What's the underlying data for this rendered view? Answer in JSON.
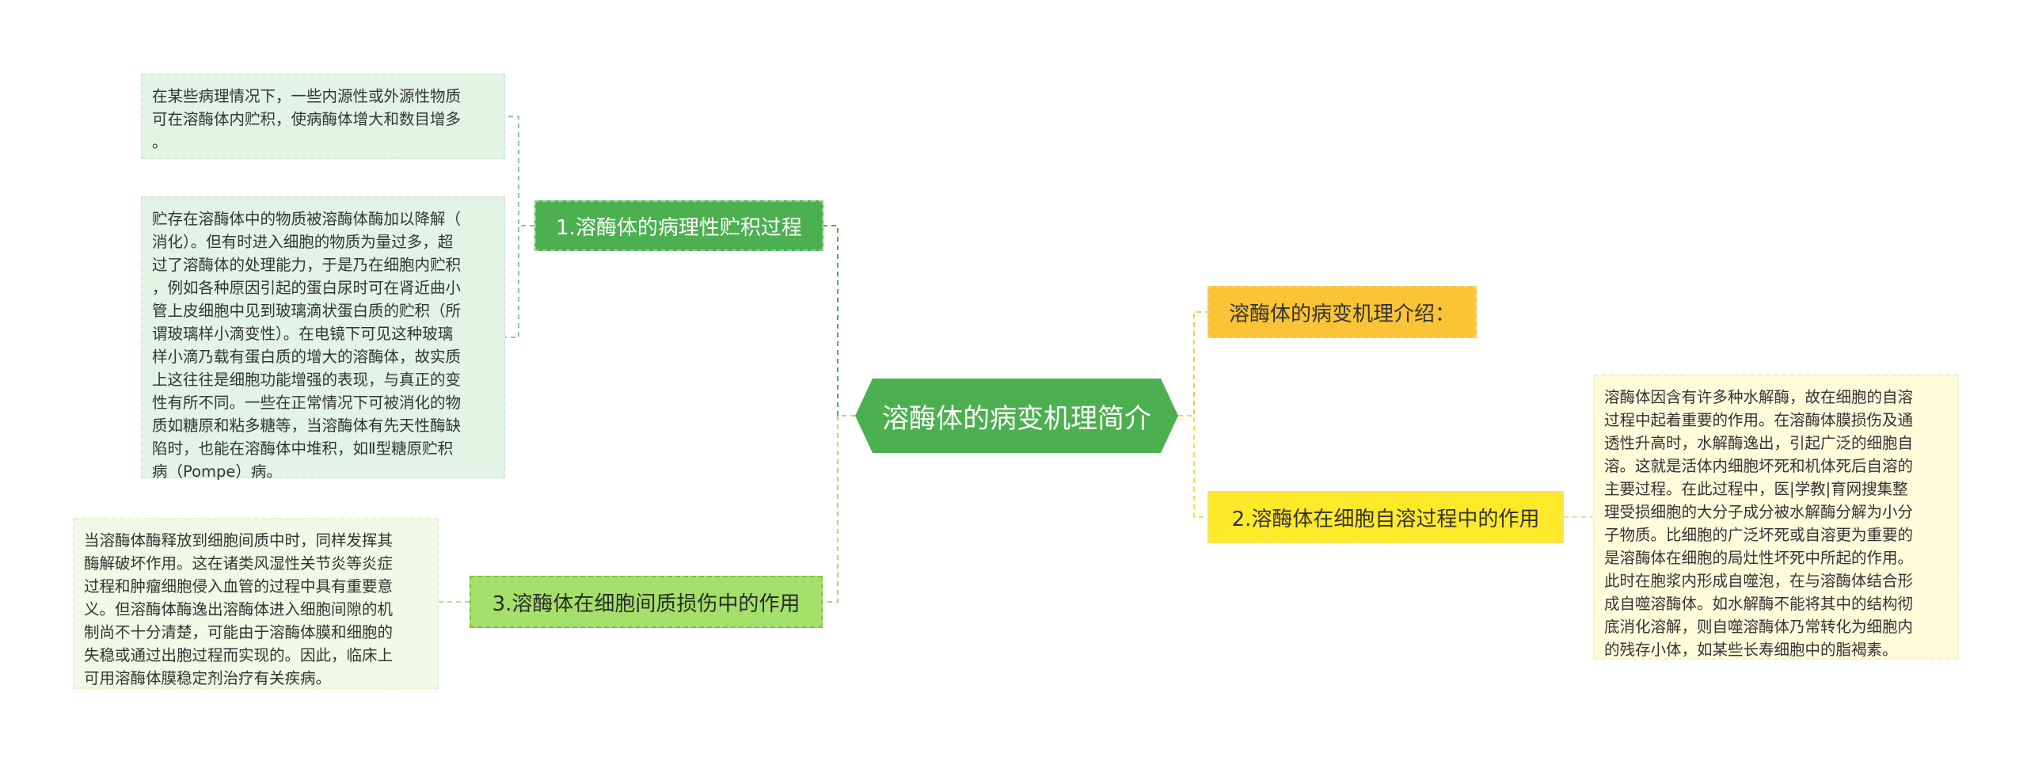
{
  "root": {
    "label": "溶酶体的病变机理简介"
  },
  "branches": {
    "b1": {
      "label": "1.溶酶体的病理性贮积过程"
    },
    "b2": {
      "label": "2.溶酶体在细胞自溶过程中的作用"
    },
    "b3": {
      "label": "3.溶酶体在细胞间质损伤中的作用"
    },
    "b4": {
      "label": "溶酶体的病变机理介绍："
    }
  },
  "leaves": {
    "l1": {
      "lines": [
        "在某些病理情况下，一些内源性或外源性物质",
        "可在溶酶体内贮积，使病酶体增大和数目增多",
        "。"
      ]
    },
    "l2": {
      "lines": [
        "贮存在溶酶体中的物质被溶酶体酶加以降解（",
        "消化）。但有时进入细胞的物质为量过多，超",
        "过了溶酶体的处理能力，于是乃在细胞内贮积",
        "，例如各种原因引起的蛋白尿时可在肾近曲小",
        "管上皮细胞中见到玻璃滴状蛋白质的贮积（所",
        "谓玻璃样小滴变性）。在电镜下可见这种玻璃",
        "样小滴乃载有蛋白质的增大的溶酶体，故实质",
        "上这往往是细胞功能增强的表现，与真正的变",
        "性有所不同。一些在正常情况下可被消化的物",
        "质如糖原和粘多糖等，当溶酶体有先天性酶缺",
        "陷时，也能在溶酶体中堆积，如Ⅱ型糖原贮积",
        "病（Pompe）病。"
      ]
    },
    "l3": {
      "lines": [
        "当溶酶体酶释放到细胞间质中时，同样发挥其",
        "酶解破坏作用。这在诸类风湿性关节炎等炎症",
        "过程和肿瘤细胞侵入血管的过程中具有重要意",
        "义。但溶酶体酶逸出溶酶体进入细胞间隙的机",
        "制尚不十分清楚，可能由于溶酶体膜和细胞的",
        "失稳或通过出胞过程而实现的。因此，临床上",
        "可用溶酶体膜稳定剂治疗有关疾病。"
      ]
    },
    "l4": {
      "lines": [
        "溶酶体因含有许多种水解酶，故在细胞的自溶",
        "过程中起着重要的作用。在溶酶体膜损伤及通",
        "透性升高时，水解酶逸出，引起广泛的细胞自",
        "溶。这就是活体内细胞坏死和机体死后自溶的",
        "主要过程。在此过程中，医|学教|育网搜集整",
        "理受损细胞的大分子成分被水解酶分解为小分",
        "子物质。比细胞的广泛坏死或自溶更为重要的",
        "是溶酶体在细胞的局灶性坏死中所起的作用。",
        "此时在胞浆内形成自噬泡，在与溶酶体结合形",
        "成自噬溶酶体。如水解酶不能将其中的结构彻",
        "底消化溶解，则自噬溶酶体乃常转化为细胞内",
        "的残存小体，如某些长寿细胞中的脂褐素。"
      ]
    }
  },
  "colors": {
    "root": "#4caf50",
    "branch_green": "#4caf50",
    "branch_light_green": "#a5e06b",
    "branch_orange": "#fbc437",
    "branch_yellow": "#ffe929",
    "leaf_green_bg": "#e3f4e7",
    "leaf_light_green_bg": "#f1fae6",
    "leaf_yellow_bg": "#fffcdc"
  }
}
